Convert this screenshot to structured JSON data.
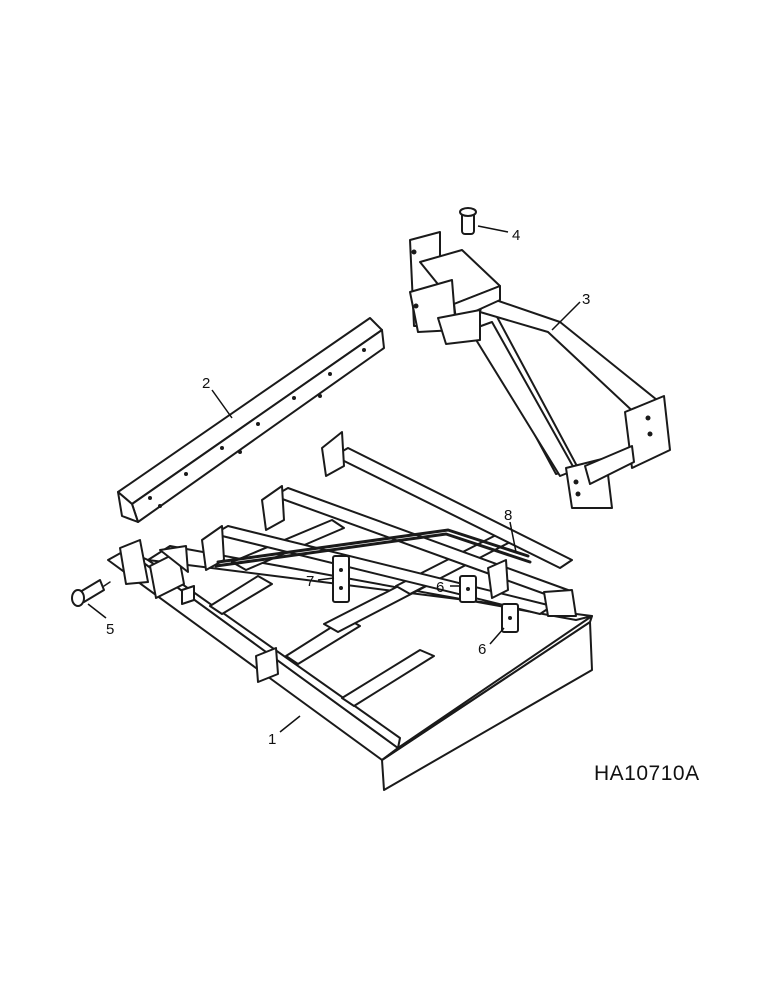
{
  "figure": {
    "reference_code": "HA10710A",
    "callouts": [
      {
        "id": "1",
        "label": "1"
      },
      {
        "id": "2",
        "label": "2"
      },
      {
        "id": "3",
        "label": "3"
      },
      {
        "id": "4",
        "label": "4"
      },
      {
        "id": "5",
        "label": "5"
      },
      {
        "id": "6a",
        "label": "6"
      },
      {
        "id": "6b",
        "label": "6"
      },
      {
        "id": "7",
        "label": "7"
      },
      {
        "id": "8",
        "label": "8"
      }
    ]
  }
}
